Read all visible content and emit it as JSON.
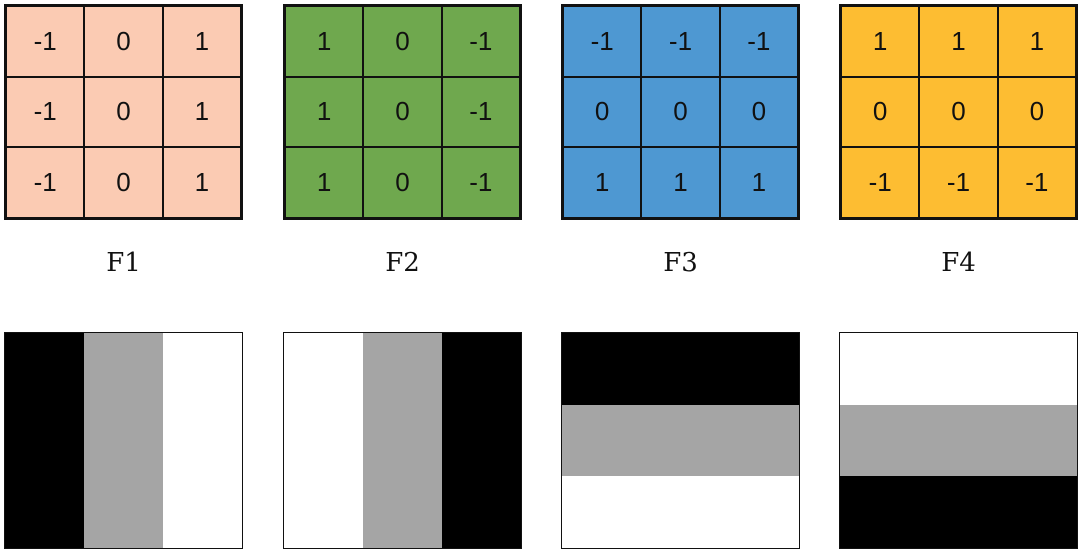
{
  "filters": [
    {
      "label": "F1",
      "color": "#fbcbb3",
      "cells": [
        [
          "-1",
          "0",
          "1"
        ],
        [
          "-1",
          "0",
          "1"
        ],
        [
          "-1",
          "0",
          "1"
        ]
      ],
      "pattern": {
        "orientation": "vertical",
        "bands": [
          "#000000",
          "#a5a5a5",
          "#ffffff"
        ]
      }
    },
    {
      "label": "F2",
      "color": "#6fa84e",
      "cells": [
        [
          "1",
          "0",
          "-1"
        ],
        [
          "1",
          "0",
          "-1"
        ],
        [
          "1",
          "0",
          "-1"
        ]
      ],
      "pattern": {
        "orientation": "vertical",
        "bands": [
          "#ffffff",
          "#a5a5a5",
          "#000000"
        ]
      }
    },
    {
      "label": "F3",
      "color": "#4e98d2",
      "cells": [
        [
          "-1",
          "-1",
          "-1"
        ],
        [
          "0",
          "0",
          "0"
        ],
        [
          "1",
          "1",
          "1"
        ]
      ],
      "pattern": {
        "orientation": "horizontal",
        "bands": [
          "#000000",
          "#a5a5a5",
          "#ffffff"
        ]
      }
    },
    {
      "label": "F4",
      "color": "#fdbd32",
      "cells": [
        [
          "1",
          "1",
          "1"
        ],
        [
          "0",
          "0",
          "0"
        ],
        [
          "-1",
          "-1",
          "-1"
        ]
      ],
      "pattern": {
        "orientation": "horizontal",
        "bands": [
          "#ffffff",
          "#a5a5a5",
          "#000000"
        ]
      }
    }
  ]
}
